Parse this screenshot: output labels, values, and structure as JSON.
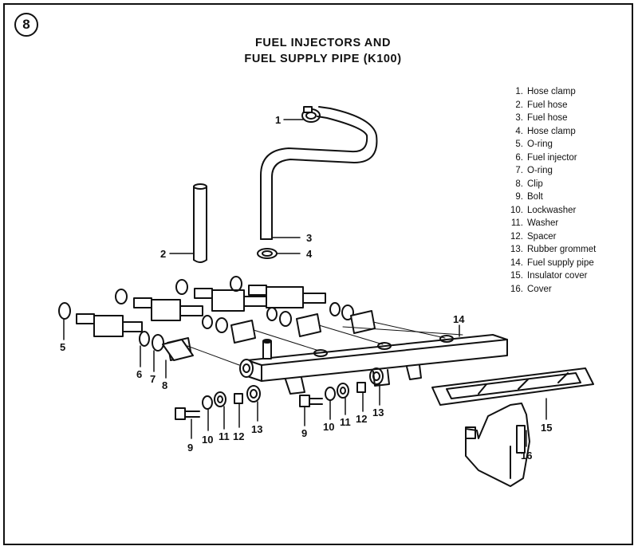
{
  "badge": "8",
  "title_line1": "FUEL INJECTORS AND",
  "title_line2": "FUEL SUPPLY PIPE (K100)",
  "legend": [
    {
      "num": "1.",
      "label": "Hose clamp"
    },
    {
      "num": "2.",
      "label": "Fuel hose"
    },
    {
      "num": "3.",
      "label": "Fuel hose"
    },
    {
      "num": "4.",
      "label": "Hose clamp"
    },
    {
      "num": "5.",
      "label": "O-ring"
    },
    {
      "num": "6.",
      "label": "Fuel injector"
    },
    {
      "num": "7.",
      "label": "O-ring"
    },
    {
      "num": "8.",
      "label": "Clip"
    },
    {
      "num": "9.",
      "label": "Bolt"
    },
    {
      "num": "10.",
      "label": "Lockwasher"
    },
    {
      "num": "11.",
      "label": "Washer"
    },
    {
      "num": "12.",
      "label": "Spacer"
    },
    {
      "num": "13.",
      "label": "Rubber grommet"
    },
    {
      "num": "14.",
      "label": "Fuel supply pipe"
    },
    {
      "num": "15.",
      "label": "Insulator cover"
    },
    {
      "num": "16.",
      "label": "Cover"
    }
  ],
  "callouts": {
    "c1": "1",
    "c2": "2",
    "c3": "3",
    "c4": "4",
    "c5": "5",
    "c6": "6",
    "c7": "7",
    "c8": "8",
    "c9a": "9",
    "c10a": "10",
    "c11a": "11",
    "c12a": "12",
    "c13a": "13",
    "c9b": "9",
    "c10b": "10",
    "c11b": "11",
    "c12b": "12",
    "c13b": "13",
    "c14": "14",
    "c15": "15",
    "c16": "16"
  }
}
